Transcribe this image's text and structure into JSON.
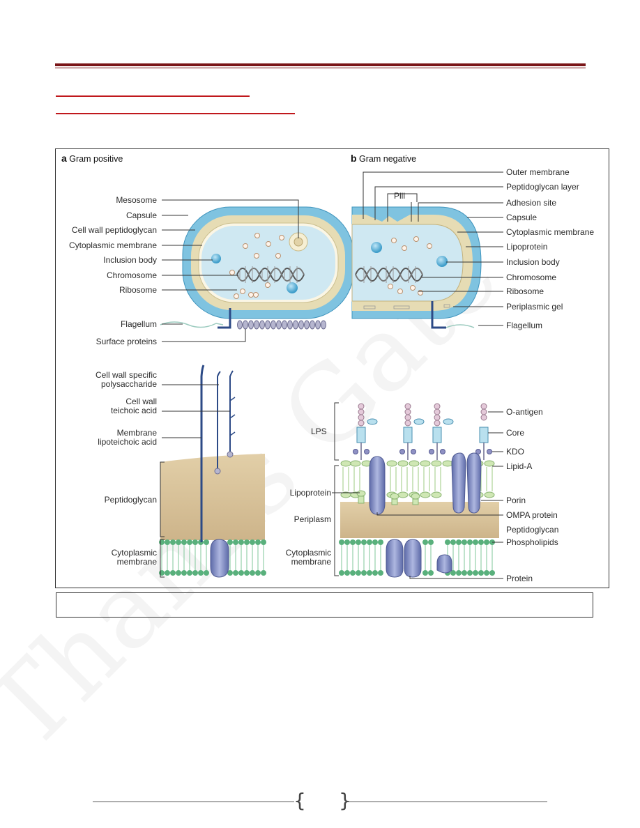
{
  "watermark": "Thanks Gate",
  "figure": {
    "panel_a": {
      "title_letter": "a",
      "title": "Gram positive",
      "cell_labels": [
        "Mesosome",
        "Capsule",
        "Cell wall peptidoglycan",
        "Cytoplasmic membrane",
        "Inclusion body",
        "Chromosome",
        "Ribosome",
        "Flagellum",
        "Surface proteins"
      ],
      "wall_labels": {
        "polysaccharide": "Cell wall specific polysaccharide",
        "polysaccharide_l1": "Cell wall specific",
        "polysaccharide_l2": "polysaccharide",
        "teichoic_l1": "Cell wall",
        "teichoic_l2": "teichoic acid",
        "lipoteichoic_l1": "Membrane",
        "lipoteichoic_l2": "lipoteichoic acid",
        "peptidoglycan": "Peptidoglycan",
        "membrane_l1": "Cytoplasmic",
        "membrane_l2": "membrane"
      }
    },
    "panel_b": {
      "title_letter": "b",
      "title": "Gram negative",
      "cell_labels": [
        "Outer membrane",
        "Peptidoglycan layer",
        "Adhesion site",
        "Capsule",
        "Cytoplasmic membrane",
        "Lipoprotein",
        "Inclusion body",
        "Chromosome",
        "Ribosome",
        "Periplasmic gel",
        "Flagellum"
      ],
      "pili": "Pili",
      "wall_left": {
        "lps": "LPS",
        "lipoprotein": "Lipoprotein",
        "periplasm": "Periplasm",
        "membrane_l1": "Cytoplasmic",
        "membrane_l2": "membrane"
      },
      "wall_right": [
        "O-antigen",
        "Core",
        "KDO",
        "Lipid-A",
        "Porin",
        "OMPA protein",
        "Peptidoglycan",
        "Phospholipids",
        "Protein"
      ]
    },
    "caption": ""
  },
  "colors": {
    "header_rule": "#7a1518",
    "red_rule": "#c0181c",
    "capsule": "#7fc3e0",
    "wall": "#e6dcb4",
    "cytoplasm": "#cfe8f2",
    "peptidoglycan": "#d8c39c",
    "lipid_head": "#7fc79a",
    "protein": "#7f8cc4",
    "polymer": "#2c4a86"
  }
}
